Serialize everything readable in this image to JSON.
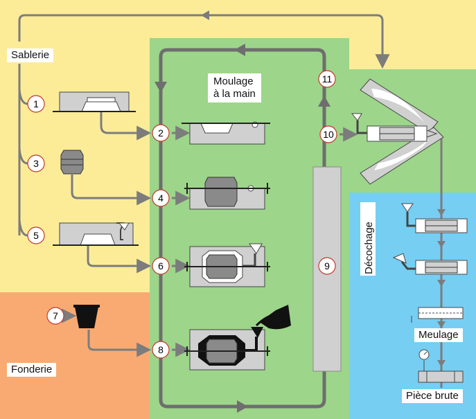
{
  "zones": {
    "sablerie": {
      "label": "Sablerie",
      "color": "#fcec98"
    },
    "fonderie": {
      "label": "Fonderie",
      "color": "#f9aa72"
    },
    "moulage": {
      "label_line1": "Moulage",
      "label_line2": "à la main",
      "color": "#9dd58a"
    },
    "decochage": {
      "label": "Décochage",
      "color": "#76cef3"
    }
  },
  "steps": [
    "1",
    "2",
    "3",
    "4",
    "5",
    "6",
    "7",
    "8",
    "9",
    "10",
    "11"
  ],
  "finishing": {
    "meulage": "Meulage",
    "piece_brute": "Pièce brute"
  },
  "colors": {
    "arrow": "#7c7c7c",
    "frame": "#d0d0d0",
    "step_ring": "#c0392b"
  }
}
